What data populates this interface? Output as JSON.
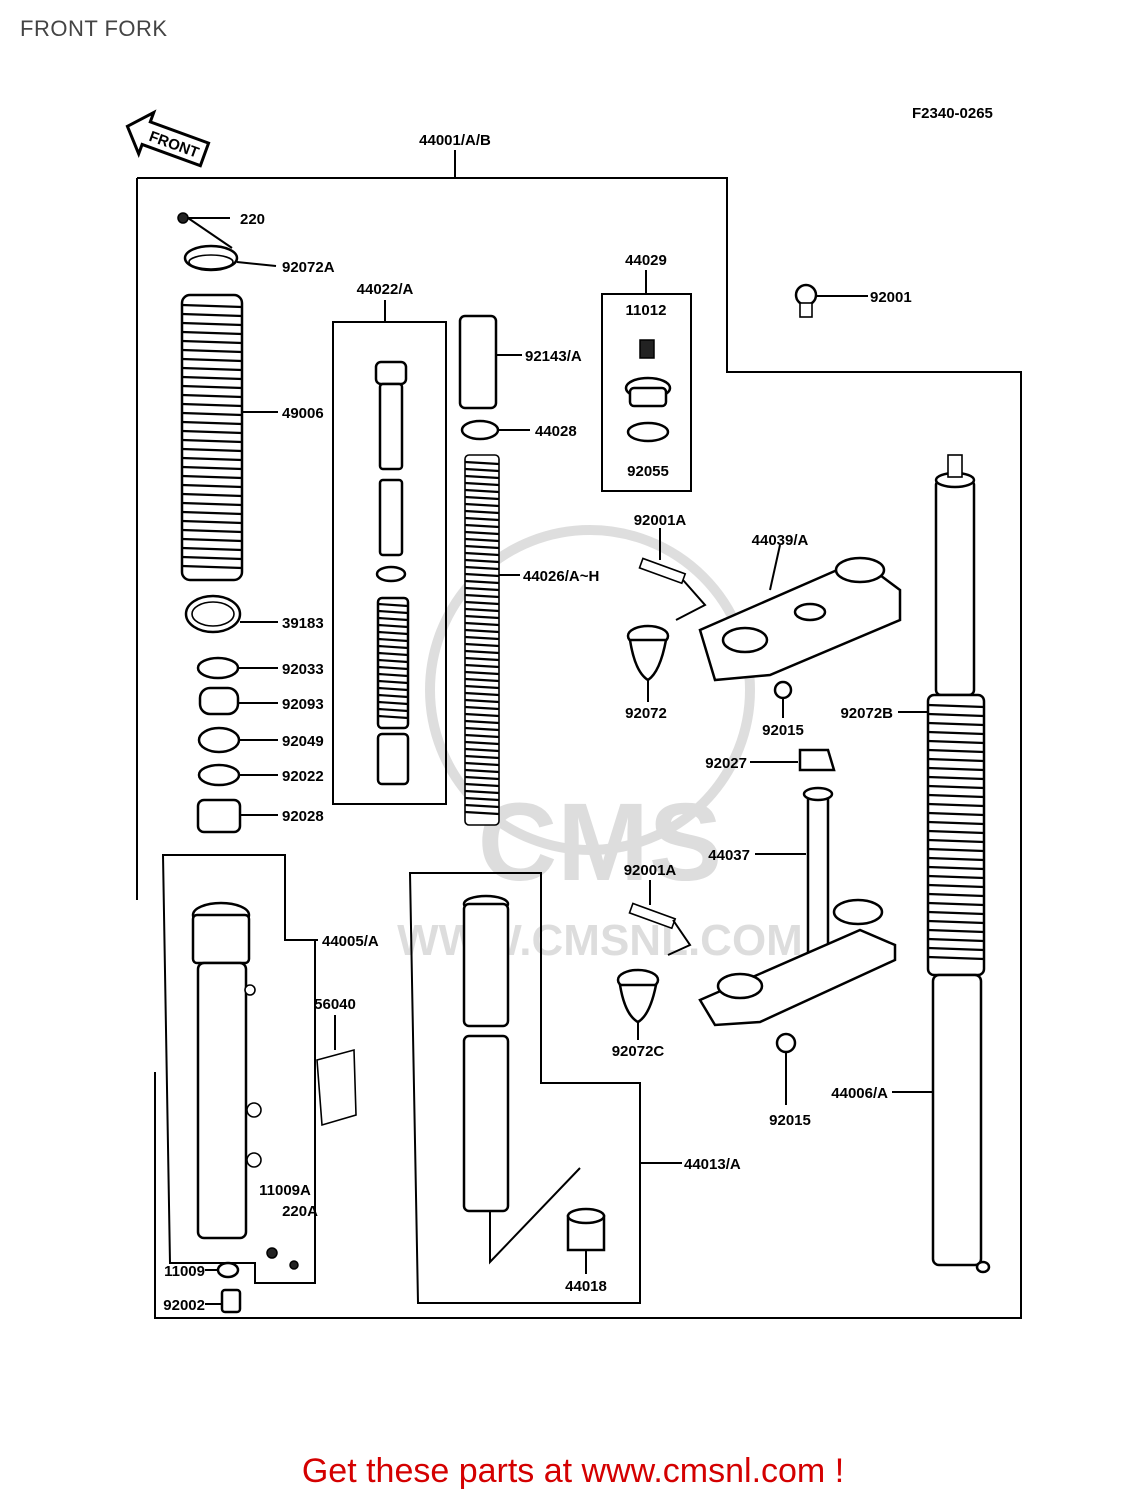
{
  "page": {
    "title": "FRONT FORK"
  },
  "diagram": {
    "figure_code": "F2340-0265",
    "direction_label": "FRONT",
    "assembly_label": "44001/A/B",
    "parts": {
      "p220": "220",
      "p92072A": "92072A",
      "p49006": "49006",
      "p39183": "39183",
      "p92033": "92033",
      "p92093": "92093",
      "p92049": "92049",
      "p92022": "92022",
      "p92028": "92028",
      "p44022A": "44022/A",
      "p92143A": "92143/A",
      "p44028": "44028",
      "p44026AH": "44026/A~H",
      "p44029": "44029",
      "p11012": "11012",
      "p92055": "92055",
      "p92001": "92001",
      "p92001A_top": "92001A",
      "p44039A": "44039/A",
      "p92072": "92072",
      "p92015_top": "92015",
      "p92072B": "92072B",
      "p92027": "92027",
      "p44037": "44037",
      "p92001A_bot": "92001A",
      "p92072C": "92072C",
      "p92015_bot": "92015",
      "p44006A": "44006/A",
      "p44005A": "44005/A",
      "p56040": "56040",
      "p11009A": "11009A",
      "p220A": "220A",
      "p11009": "11009",
      "p92002": "92002",
      "p44013A": "44013/A",
      "p44018": "44018"
    }
  },
  "watermark": {
    "brand": "CMS",
    "url": "WWW.CMSNL.COM"
  },
  "footer": {
    "cta": "Get these parts at www.cmsnl.com !"
  },
  "colors": {
    "cta": "#d40000",
    "title": "#444444",
    "lines": "#000000"
  }
}
